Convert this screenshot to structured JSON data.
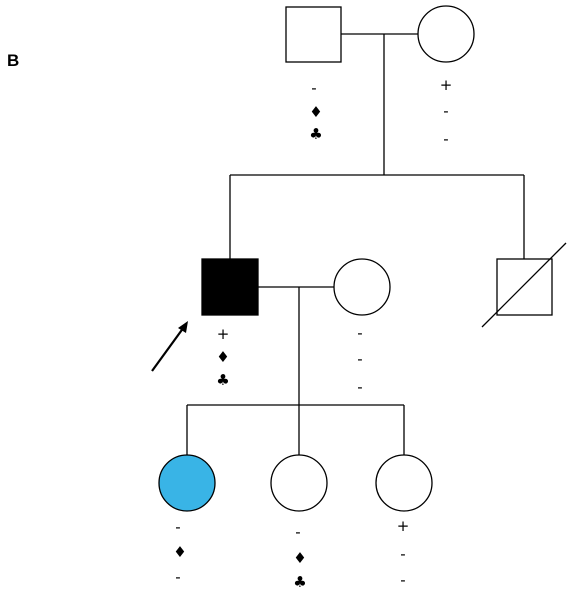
{
  "figure": {
    "panel_label": "B",
    "colors": {
      "affected": "#000000",
      "highlight": "#39b4e6",
      "unaffected": "#ffffff",
      "line": "#000000"
    }
  },
  "pedigree": {
    "individuals": [
      {
        "id": "i1",
        "generation": 1,
        "sex": "male",
        "status": "unaffected",
        "markers": [
          "-",
          "♦",
          "♣"
        ]
      },
      {
        "id": "i2",
        "generation": 1,
        "sex": "female",
        "status": "unaffected",
        "markers": [
          "+",
          "-",
          "-"
        ]
      },
      {
        "id": "ii1",
        "generation": 2,
        "sex": "male",
        "status": "affected",
        "proband": true,
        "markers": [
          "+",
          "♦",
          "♣"
        ]
      },
      {
        "id": "ii2",
        "generation": 2,
        "sex": "female",
        "status": "unaffected",
        "markers": [
          "-",
          "-",
          "-"
        ]
      },
      {
        "id": "ii3",
        "generation": 2,
        "sex": "male",
        "status": "deceased",
        "markers": []
      },
      {
        "id": "iii1",
        "generation": 3,
        "sex": "female",
        "status": "highlighted",
        "markers": [
          "-",
          "♦",
          "-"
        ]
      },
      {
        "id": "iii2",
        "generation": 3,
        "sex": "female",
        "status": "unaffected",
        "markers": [
          "-",
          "♦",
          "♣"
        ]
      },
      {
        "id": "iii3",
        "generation": 3,
        "sex": "female",
        "status": "unaffected",
        "markers": [
          "+",
          "-",
          "-"
        ]
      }
    ]
  }
}
